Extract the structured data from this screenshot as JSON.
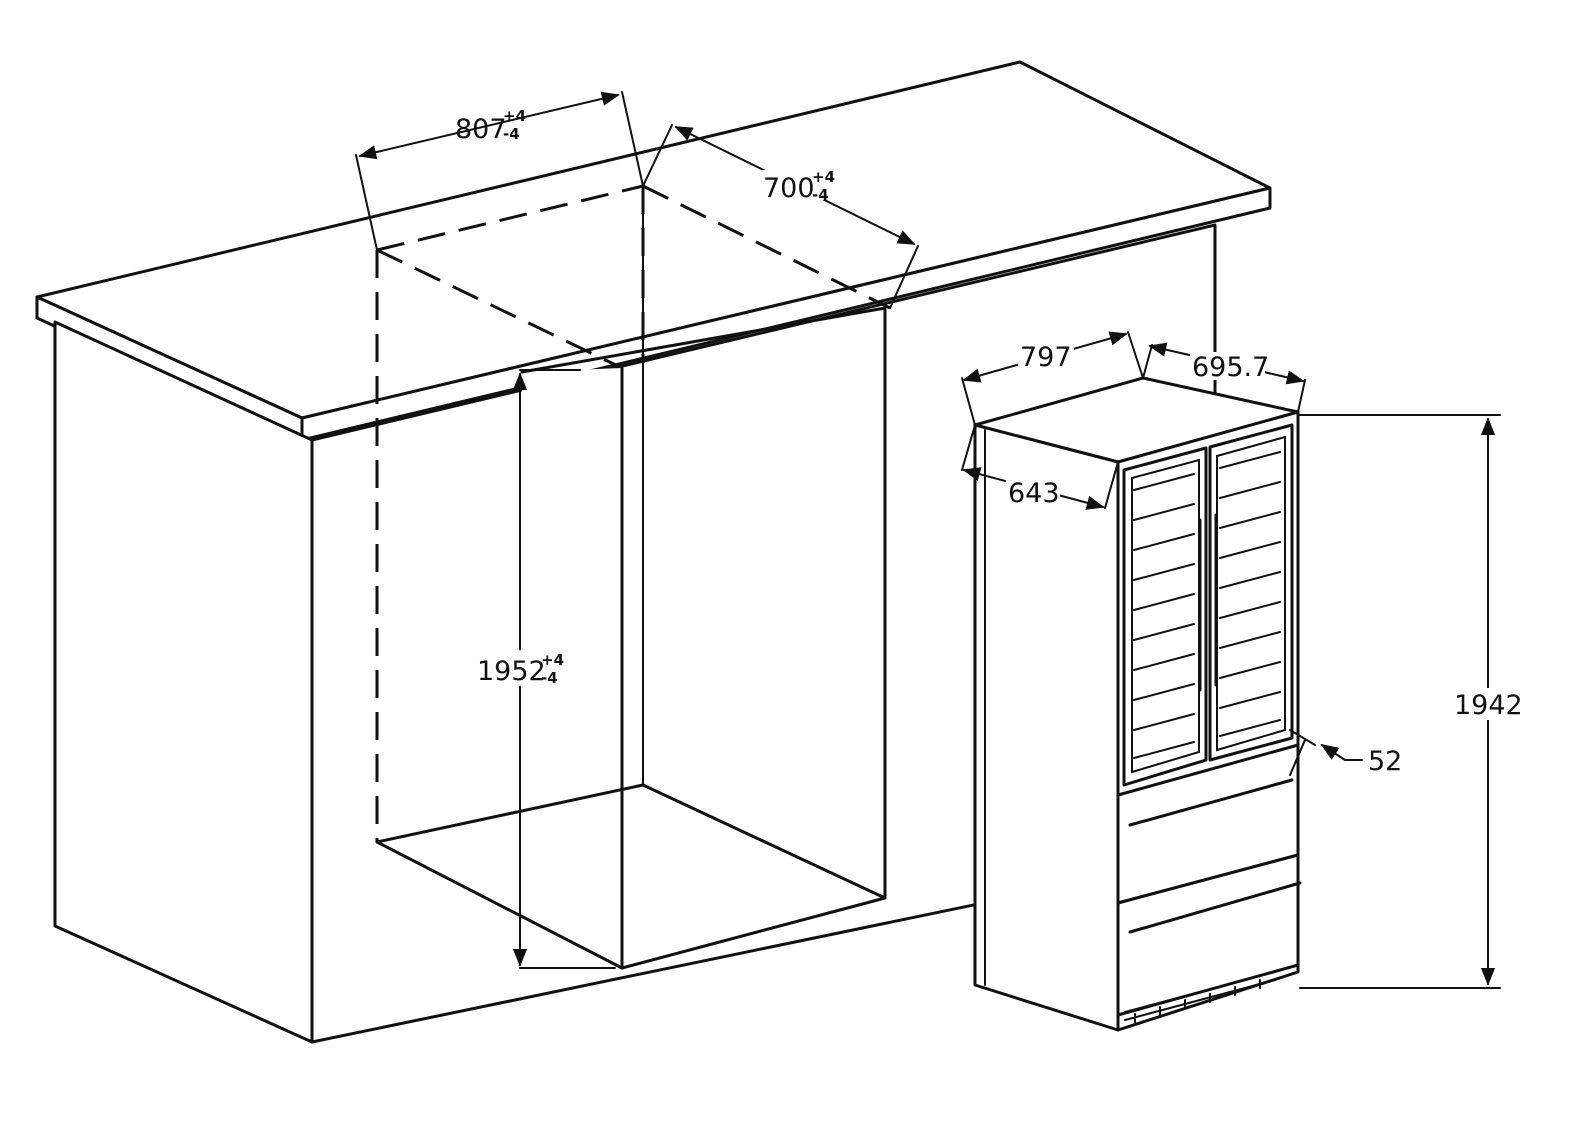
{
  "cutout": {
    "width": {
      "value": "807",
      "tol_plus": "+4",
      "tol_minus": "-4"
    },
    "depth": {
      "value": "700",
      "tol_plus": "+4",
      "tol_minus": "-4"
    },
    "height": {
      "value": "1952",
      "tol_plus": "+4",
      "tol_minus": "-4"
    }
  },
  "appliance": {
    "width": "797",
    "depth_open": "695.7",
    "depth": "643",
    "height": "1942",
    "door_offset": "52"
  },
  "colors": {
    "line": "#111111",
    "background": "#ffffff"
  }
}
